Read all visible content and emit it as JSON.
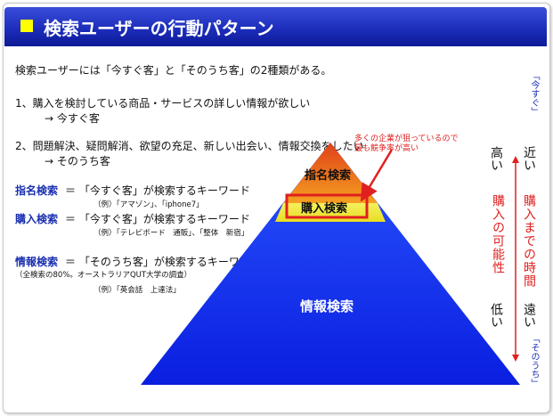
{
  "title": "検索ユーザーの行動パターン",
  "body": {
    "intro": "検索ユーザーには「今すぐ客」と「そのうち客」の2種類がある。",
    "item1": "1、購入を検討している商品・サービスの詳しい情報が欲しい",
    "item1_sub": "→ 今すぐ客",
    "item2": "2、問題解決、疑問解消、欲望の充足、新しい出会い、情報交換をしたい",
    "item2_sub": "→ そのうち客"
  },
  "keywords": [
    {
      "term": "指名検索",
      "desc": "＝ 「今すぐ客」が検索するキーワード",
      "example": "（例）「アマゾン」、「iphone7」"
    },
    {
      "term": "購入検索",
      "desc": "＝ 「今すぐ客」が検索するキーワード",
      "example": "（例）「テレビボード　通販」、「整体　新宿」"
    },
    {
      "term": "情報検索",
      "desc": "＝ 「そのうち客」が検索するキーワード",
      "note": "（全検索の80%。オーストラリアQUT大学の調査）",
      "example": "（例）「英会話　上達法」"
    }
  ],
  "pyramid": {
    "top": "指名検索",
    "middle": "購入検索",
    "bottom": "情報検索"
  },
  "callout": [
    "多くの企業が狙っているので",
    "最も競争率が高い"
  ],
  "axis": {
    "high": "高い",
    "low": "低い",
    "possibility": "購入の可能性",
    "near": "近い",
    "far": "遠い",
    "time": "購入までの時間",
    "now": "「今すぐ」",
    "later": "「そのうち」"
  },
  "colors": {
    "title_bg": "#1a2bb8",
    "accent_yellow": "#ffff00",
    "keyword_blue": "#1a2fb0",
    "red": "#e02020",
    "pyramid_blue": "#1736ff",
    "pyramid_orange": "#f07a10",
    "pyramid_yellow": "#f0ea30"
  }
}
